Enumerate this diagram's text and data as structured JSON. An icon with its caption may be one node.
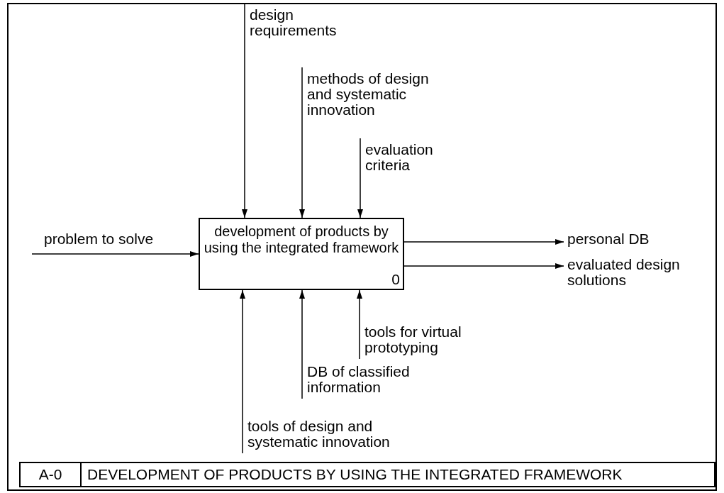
{
  "diagram": {
    "nodes": [
      {
        "text": [
          "development of products by using the integrated framework",
          "0"
        ]
      },
      {
        "text": [
          "design requirements"
        ]
      },
      {
        "text": [
          "methods of design and systematic innovation"
        ]
      },
      {
        "text": [
          "evaluation criteria"
        ]
      },
      {
        "text": [
          "problem to solve"
        ]
      },
      {
        "text": [
          "personal DB"
        ]
      },
      {
        "text": [
          "evaluated design solutions"
        ]
      },
      {
        "text": [
          "tools for virtual prototyping"
        ]
      },
      {
        "text": [
          "DB of classified information"
        ]
      },
      {
        "text": [
          "tools of design and systematic innovation"
        ]
      }
    ],
    "edges": [
      {
        "from": 1,
        "to": 0,
        "arrow": "to"
      },
      {
        "from": 2,
        "to": 0,
        "arrow": "to"
      },
      {
        "from": 3,
        "to": 0,
        "arrow": "to"
      },
      {
        "from": 4,
        "to": 0,
        "arrow": "to"
      },
      {
        "from": 0,
        "to": 5,
        "arrow": "to"
      },
      {
        "from": 0,
        "to": 6,
        "arrow": "to"
      },
      {
        "from": 7,
        "to": 0,
        "arrow": "to"
      },
      {
        "from": 8,
        "to": 0,
        "arrow": "to"
      },
      {
        "from": 9,
        "to": 0,
        "arrow": "to"
      }
    ],
    "labels": [
      "A-0",
      "DEVELOPMENT OF PRODUCTS BY USING THE INTEGRATED FRAMEWORK"
    ]
  }
}
